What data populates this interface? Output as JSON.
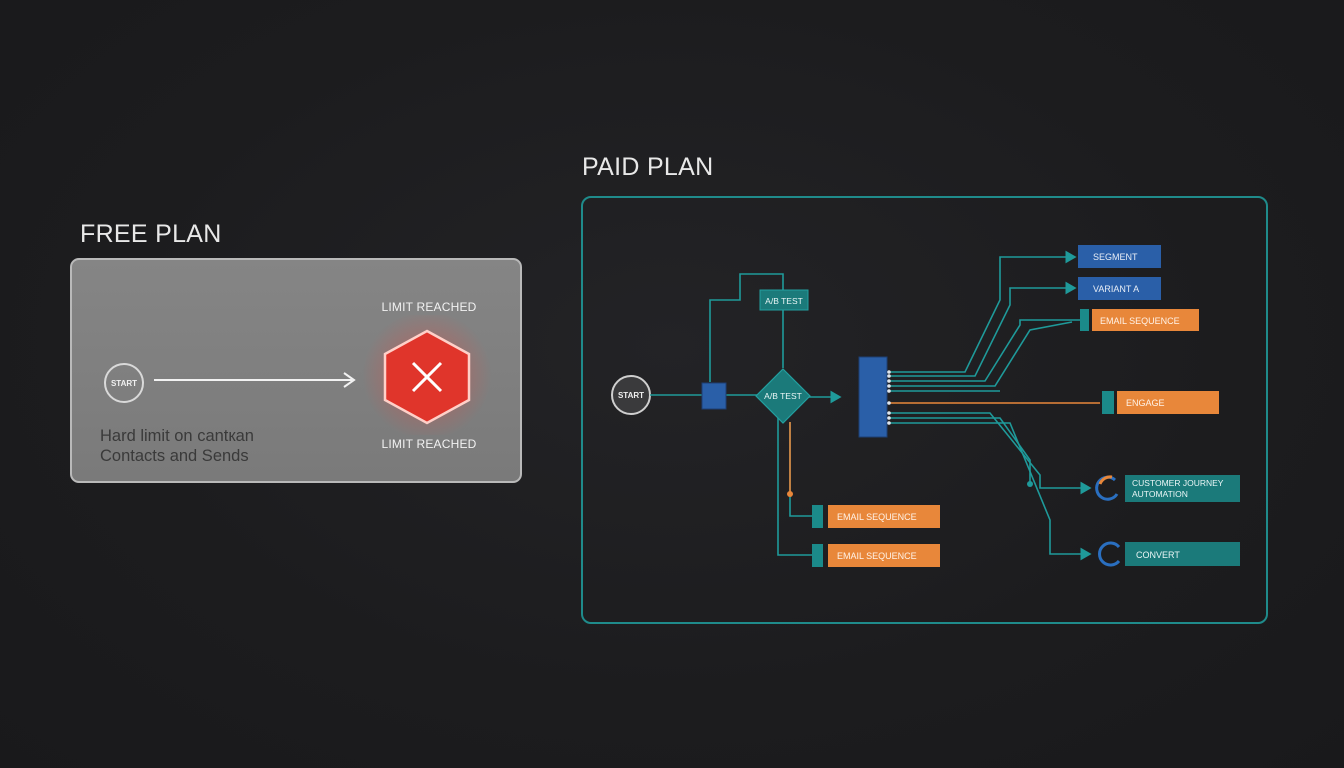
{
  "free_plan": {
    "title": "FREE PLAN",
    "start_label": "START",
    "limit_top": "LIMIT REACHED",
    "limit_bottom": "LIMIT REACHED",
    "hard_limit_line1": "Hard limit on cantкan",
    "hard_limit_line2": "Contacts and Sends"
  },
  "paid_plan": {
    "title": "PAID PLAN",
    "start_label": "START",
    "ab_test_box": "A/B TEST",
    "ab_test_diamond": "A/B TEST",
    "segment": "SEGMENT",
    "variant_a": "VARIANT A",
    "email_sequence_top": "EMAIL SEQUENCE",
    "engage": "ENGAGE",
    "journey_line1": "CUSTOMER JOURNEY",
    "journey_line2": "AUTOMATION",
    "convert": "CONVERT",
    "email_sequence_1": "EMAIL SEQUENCE",
    "email_sequence_2": "EMAIL SEQUENCE"
  },
  "colors": {
    "teal": "#1f8b8b",
    "blue": "#2a5fa8",
    "orange": "#e8873a",
    "red": "#e0352b",
    "dark_teal_box": "#1b7a7a"
  }
}
